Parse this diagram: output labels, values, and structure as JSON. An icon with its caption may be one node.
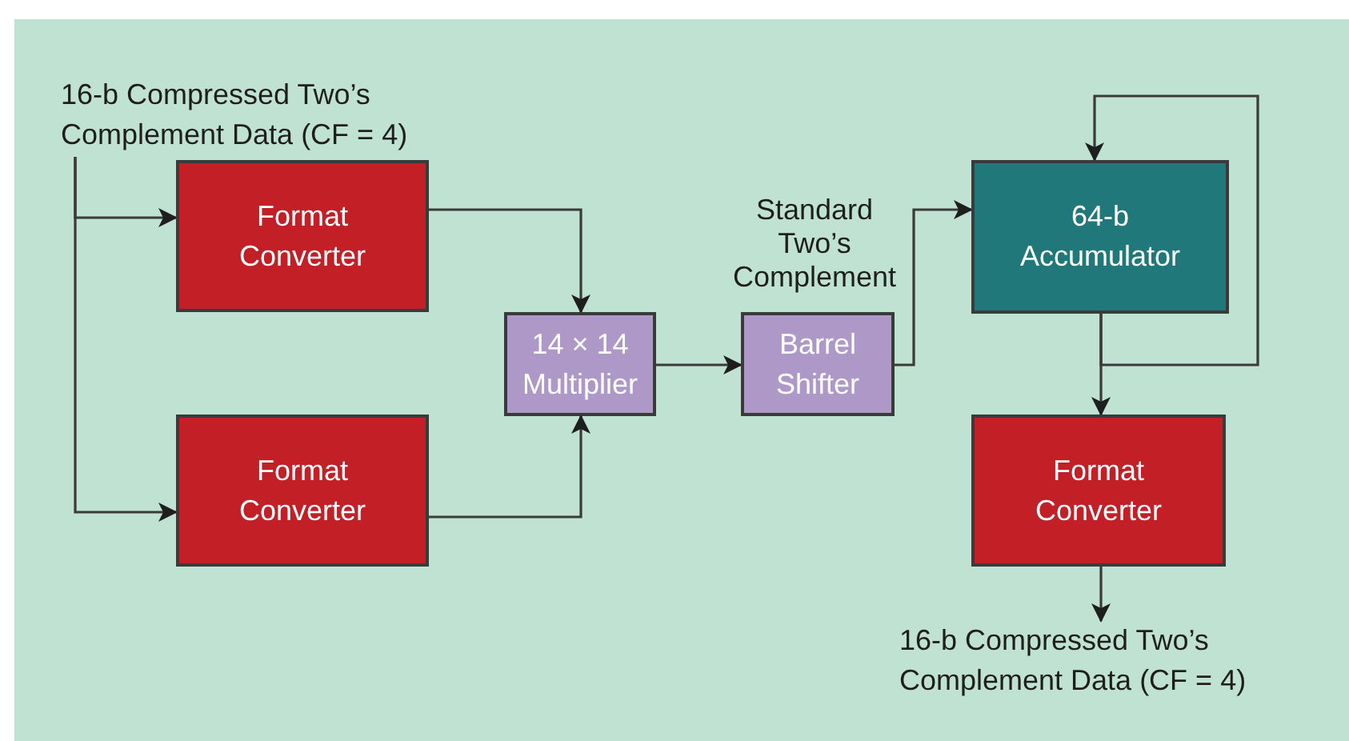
{
  "diagram": {
    "nodes": [
      {
        "text": [
          "16-b Compressed Two’s Complement Data (CF = 4)"
        ]
      },
      {
        "text": [
          "Format Converter"
        ]
      },
      {
        "text": [
          "Format Converter"
        ]
      },
      {
        "text": [
          "14 × 14 Multiplier"
        ]
      },
      {
        "text": [
          "Barrel Shifter"
        ]
      },
      {
        "text": [
          "64-b Accumulator"
        ]
      },
      {
        "text": [
          "Format Converter"
        ]
      },
      {
        "text": [
          "16-b Compressed Two’s Complement Data (CF = 4)"
        ]
      }
    ],
    "edges": [
      {
        "from": 0,
        "to": 1,
        "arrow": "to"
      },
      {
        "from": 0,
        "to": 2,
        "arrow": "to"
      },
      {
        "from": 1,
        "to": 3,
        "arrow": "to"
      },
      {
        "from": 2,
        "to": 3,
        "arrow": "to"
      },
      {
        "from": 3,
        "to": 4,
        "arrow": "to"
      },
      {
        "from": 4,
        "to": 5,
        "arrow": "to",
        "label": "Standard Two’s Complement"
      },
      {
        "from": 5,
        "to": 5,
        "arrow": "to"
      },
      {
        "from": 5,
        "to": 6,
        "arrow": "to"
      },
      {
        "from": 6,
        "to": 7,
        "arrow": "to"
      }
    ]
  }
}
